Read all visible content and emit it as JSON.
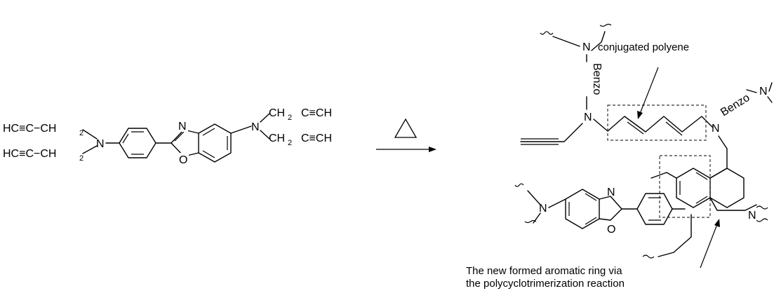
{
  "reactant": {
    "hc1": "HC≡C−CH",
    "hc2": "HC≡C−CH",
    "sub2": "2",
    "n_left": "N",
    "n_oxazole": "N",
    "o_oxazole": "O",
    "n_right": "N",
    "ch2_top": "CH",
    "ch2_bot": "CH",
    "cch_top": "C≡CH",
    "cch_bot": "C≡CH"
  },
  "product": {
    "n": "N",
    "o": "O",
    "benzo": "Benzo",
    "label_polyene": "conjugated polyene",
    "caption_line1": "The new formed  aromatic ring via",
    "caption_line2": "the polycyclotrimerization reaction"
  }
}
